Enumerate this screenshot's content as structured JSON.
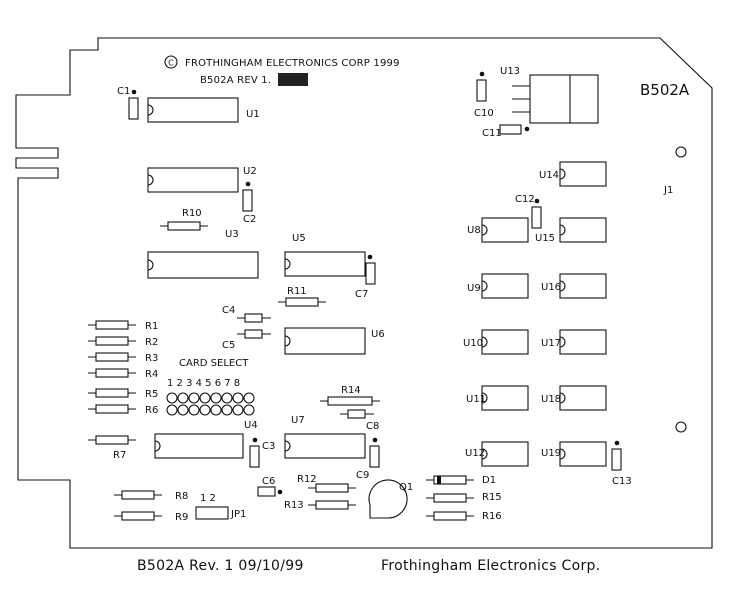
{
  "copyright_symbol": "C",
  "header_line1": "FROTHINGHAM ELECTRONICS CORP  1999",
  "header_line2": "B502A REV 1.",
  "header_sticker": "",
  "board_id": "B502A",
  "connector_label": "J1",
  "card_select_label": "CARD SELECT",
  "card_select_numbers": "1 2 3 4 5 6 7 8",
  "jumper_pins": "1  2",
  "footer": {
    "left": "B502A Rev. 1   09/10/99",
    "right": "Frothingham Electronics Corp."
  },
  "labels": {
    "U1": "U1",
    "U2": "U2",
    "U3": "U3",
    "U4": "U4",
    "U5": "U5",
    "U6": "U6",
    "U7": "U7",
    "U8": "U8",
    "U9": "U9",
    "U10": "U10",
    "U11": "U11",
    "U12": "U12",
    "U13": "U13",
    "U14": "U14",
    "U15": "U15",
    "U16": "U16",
    "U17": "U17",
    "U18": "U18",
    "U19": "U19",
    "C1": "C1",
    "C2": "C2",
    "C3": "C3",
    "C4": "C4",
    "C5": "C5",
    "C6": "C6",
    "C7": "C7",
    "C8": "C8",
    "C9": "C9",
    "C10": "C10",
    "C11": "C11",
    "C12": "C12",
    "C13": "C13",
    "R1": "R1",
    "R2": "R2",
    "R3": "R3",
    "R4": "R4",
    "R5": "R5",
    "R6": "R6",
    "R7": "R7",
    "R8": "R8",
    "R9": "R9",
    "R10": "R10",
    "R11": "R11",
    "R12": "R12",
    "R13": "R13",
    "R14": "R14",
    "R15": "R15",
    "R16": "R16",
    "D1": "D1",
    "Q1": "Q1",
    "JP1": "JP1"
  }
}
